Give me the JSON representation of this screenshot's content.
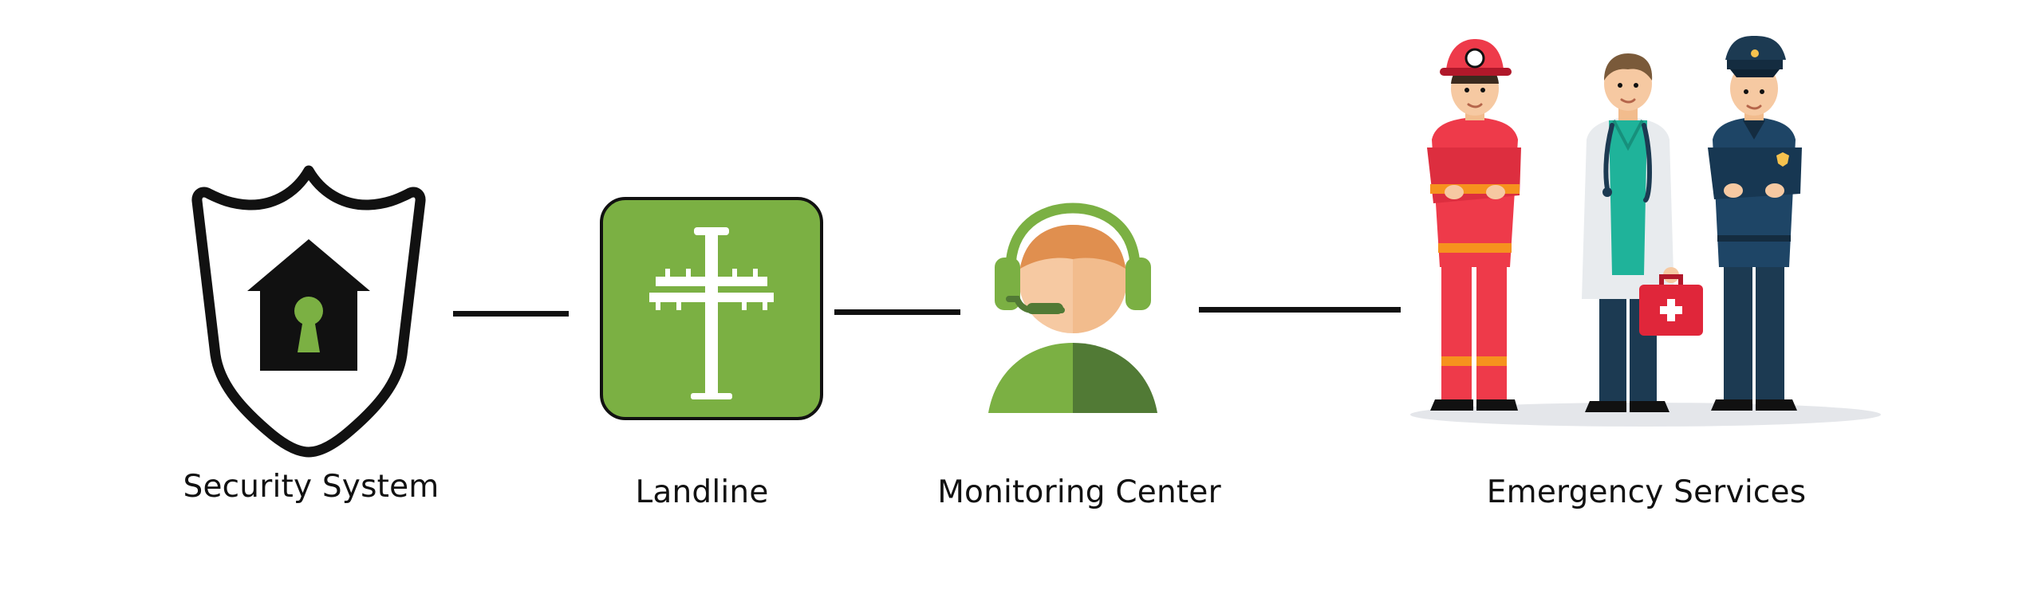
{
  "diagram": {
    "nodes": [
      {
        "id": "security-system",
        "label": "Security System"
      },
      {
        "id": "landline",
        "label": "Landline"
      },
      {
        "id": "monitoring-center",
        "label": "Monitoring Center"
      },
      {
        "id": "emergency-services",
        "label": "Emergency Services"
      }
    ],
    "edges": [
      {
        "from": "security-system",
        "to": "landline"
      },
      {
        "from": "landline",
        "to": "monitoring-center"
      },
      {
        "from": "monitoring-center",
        "to": "emergency-services"
      }
    ],
    "icons": {
      "security-system": "shield-house-keyhole-icon",
      "landline": "utility-pole-icon",
      "monitoring-center": "headset-operator-icon",
      "emergency-services": "firefighter-doctor-police-icon"
    }
  },
  "colors": {
    "accent_green": "#7BB043",
    "dark_green": "#517A35",
    "line": "#111111",
    "firefighter_red": "#EE3A4A",
    "firefighter_stripe": "#F6921E",
    "scrubs_teal": "#1FB39A",
    "police_navy": "#1C3A52"
  }
}
